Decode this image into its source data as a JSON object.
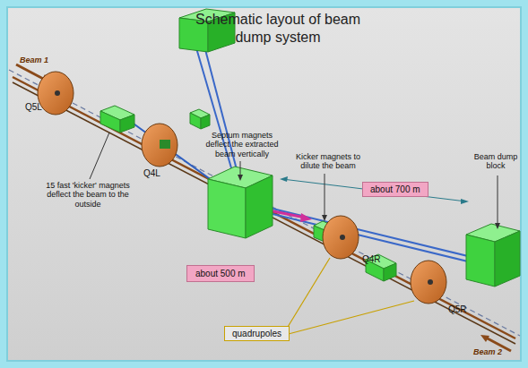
{
  "diagram": {
    "title": "Schematic layout of beam dump system",
    "nodes": [
      {
        "text": [
          "about 700 m"
        ]
      },
      {
        "text": [
          "about 500 m"
        ]
      },
      {
        "text": [
          "quadrupoles"
        ]
      }
    ],
    "labels": [
      "Beam 1",
      "Q5L",
      "Q4L",
      "15 fast 'kicker' magnets deflect the beam to the outside",
      "Septum magnets deflect the extracted beam vertically",
      "Kicker magnets to dilute the beam",
      "Beam dump block",
      "Q4R",
      "Q5R",
      "Beam 2"
    ]
  }
}
